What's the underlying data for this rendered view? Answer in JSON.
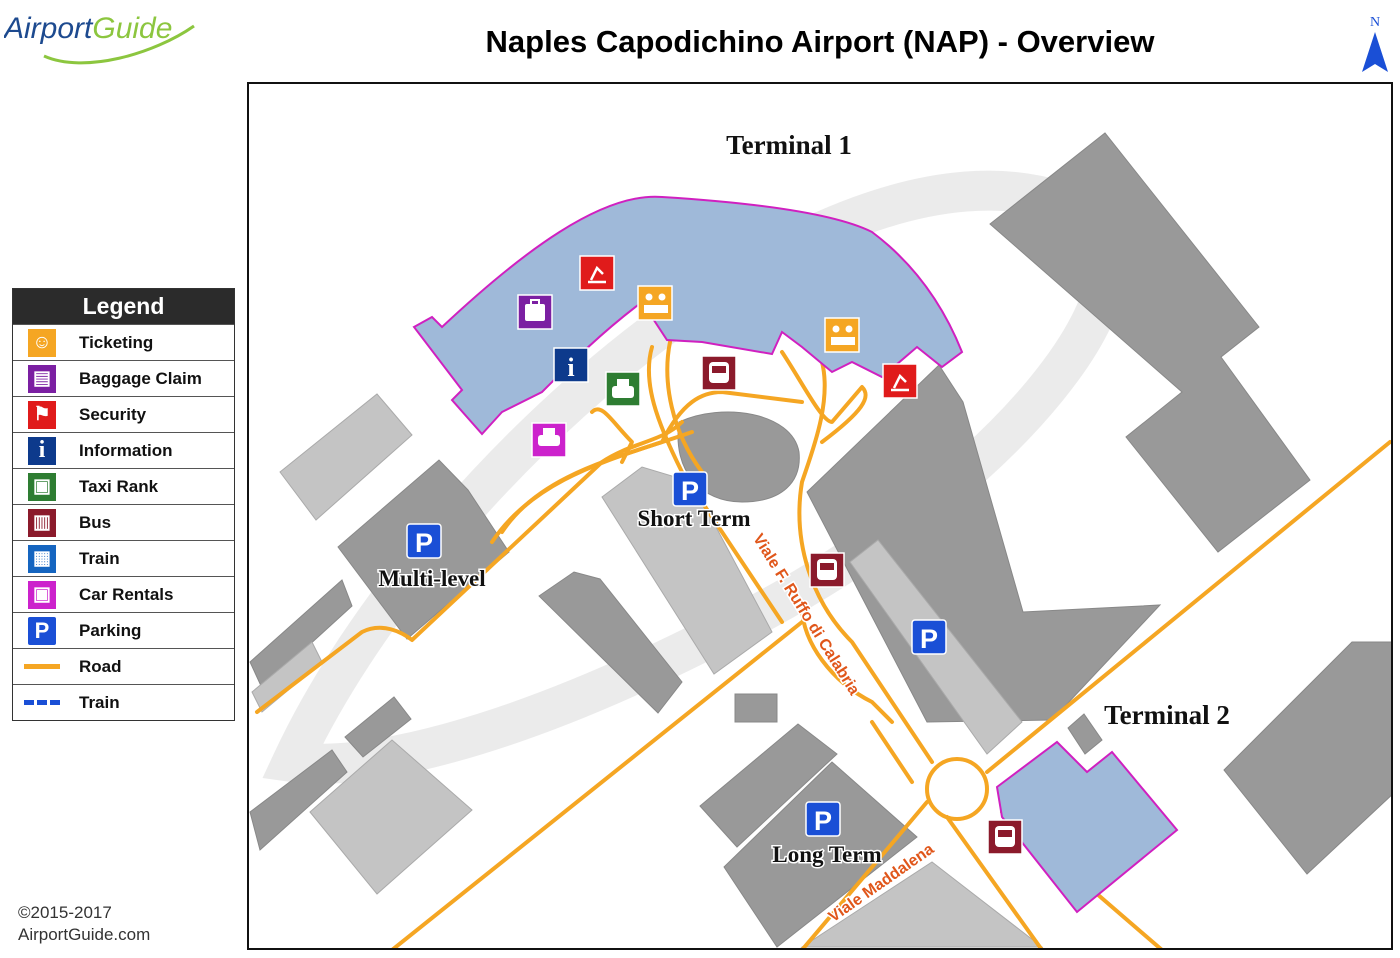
{
  "logo": {
    "part1": "Airp",
    "part2": "rt",
    "part3": "Guide"
  },
  "title": "Naples Capodichino Airport (NAP) - Overview",
  "north_label": "N",
  "colors": {
    "ticketing": "#f5a623",
    "baggage": "#7b1fa2",
    "security": "#e01b1b",
    "information": "#0d3a8c",
    "taxi": "#2e7d32",
    "bus": "#8b1a2b",
    "train": "#1565c0",
    "car_rental": "#cc22cc",
    "parking": "#1a4fd6",
    "road": "#f5a623",
    "terminal_fill": "#9fb9d9",
    "terminal_stroke": "#d020c0",
    "building": "#999999",
    "building_light": "#c4c4c4"
  },
  "legend": {
    "title": "Legend",
    "items": [
      {
        "label": "Ticketing",
        "icon": "ticketing-icon",
        "glyph": "☺"
      },
      {
        "label": "Baggage Claim",
        "icon": "baggage-icon",
        "glyph": "▤"
      },
      {
        "label": "Security",
        "icon": "security-icon",
        "glyph": "⚑"
      },
      {
        "label": "Information",
        "icon": "information-icon",
        "glyph": "i"
      },
      {
        "label": "Taxi Rank",
        "icon": "taxi-icon",
        "glyph": "▣"
      },
      {
        "label": "Bus",
        "icon": "bus-icon",
        "glyph": "▥"
      },
      {
        "label": "Train",
        "icon": "train-icon",
        "glyph": "▦"
      },
      {
        "label": "Car Rentals",
        "icon": "car-rental-icon",
        "glyph": "▣"
      },
      {
        "label": "Parking",
        "icon": "parking-icon",
        "glyph": "P"
      },
      {
        "label": "Road",
        "icon": "road-line",
        "glyph": ""
      },
      {
        "label": "Train",
        "icon": "train-line",
        "glyph": ""
      }
    ]
  },
  "map": {
    "terminal1_label": "Terminal 1",
    "terminal2_label": "Terminal 2",
    "parking_multilevel_label": "Multi-level",
    "parking_short_label": "Short Term",
    "parking_long_label": "Long Term",
    "parking_glyph": "P",
    "info_glyph": "i",
    "street_ruffo": "Viale F. Ruffo di Calabria",
    "street_maddalena": "Viale Maddalena"
  },
  "copyright": {
    "line1": "©2015-2017",
    "line2": "AirportGuide.com"
  }
}
